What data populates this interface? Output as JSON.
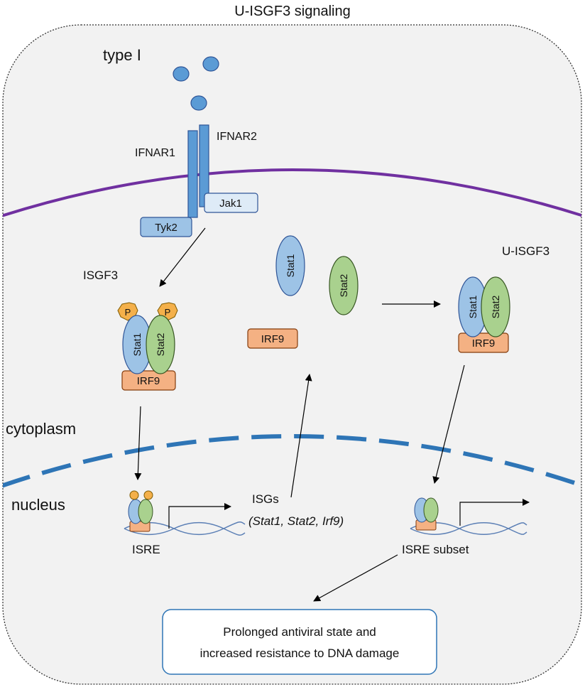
{
  "title": "U-ISGF3 signaling",
  "labels": {
    "type_i": "type I",
    "ifnar1": "IFNAR1",
    "ifnar2": "IFNAR2",
    "jak1": "Jak1",
    "tyk2": "Tyk2",
    "isgf3": "ISGF3",
    "u_isgf3": "U-ISGF3",
    "cytoplasm": "cytoplasm",
    "nucleus": "nucleus",
    "isre": "ISRE",
    "isre_subset": "ISRE subset",
    "isgs": "ISGs",
    "isgs_genes": "(Stat1, Stat2, Irf9)",
    "phospho": "P",
    "stat1": "Stat1",
    "stat2": "Stat2",
    "irf9": "IRF9"
  },
  "outcome": {
    "line1": "Prolonged antiviral state and",
    "line2": "increased resistance to DNA damage"
  },
  "colors": {
    "membrane": "#7030a0",
    "nuclear_envelope": "#2e75b6",
    "receptor": "#5b9bd5",
    "jak_fill": "#deebf7",
    "tyk_fill": "#9dc3e6",
    "stat1": "#9dc3e6",
    "stat2": "#a9d18e",
    "irf9": "#f4b183",
    "phospho": "#f4b04a",
    "dna": "#5b7fb5",
    "cell_bg": "#f2f2f2"
  }
}
